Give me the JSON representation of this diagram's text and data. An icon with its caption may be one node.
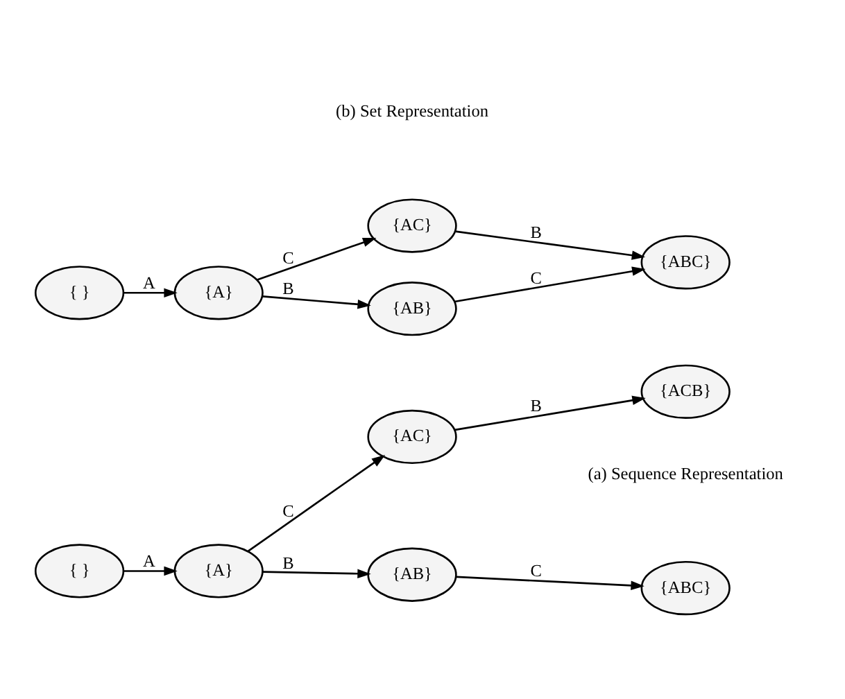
{
  "diagram": {
    "nodes": [
      {
        "text": [
          "{ }"
        ]
      },
      {
        "text": [
          "{A}"
        ]
      },
      {
        "text": [
          "{AB}"
        ]
      },
      {
        "text": [
          "{ABC}"
        ]
      },
      {
        "text": [
          "{AC}"
        ]
      },
      {
        "text": [
          "{ACB}"
        ]
      },
      {
        "text": [
          "{ }"
        ]
      },
      {
        "text": [
          "{A}"
        ]
      },
      {
        "text": [
          "{AB}"
        ]
      },
      {
        "text": [
          "{AC}"
        ]
      },
      {
        "text": [
          "{ABC}"
        ]
      }
    ],
    "edges": [
      {
        "from": 0,
        "to": 1,
        "arrow": "to",
        "label": "A"
      },
      {
        "from": 1,
        "to": 2,
        "arrow": "to",
        "label": "B"
      },
      {
        "from": 1,
        "to": 4,
        "arrow": "to",
        "label": "C"
      },
      {
        "from": 2,
        "to": 3,
        "arrow": "to",
        "label": "C"
      },
      {
        "from": 4,
        "to": 5,
        "arrow": "to",
        "label": "B"
      },
      {
        "from": 6,
        "to": 7,
        "arrow": "to",
        "label": "A"
      },
      {
        "from": 7,
        "to": 8,
        "arrow": "to",
        "label": "B"
      },
      {
        "from": 7,
        "to": 9,
        "arrow": "to",
        "label": "C"
      },
      {
        "from": 8,
        "to": 10,
        "arrow": "to",
        "label": "C"
      },
      {
        "from": 9,
        "to": 10,
        "arrow": "to",
        "label": "B"
      }
    ],
    "labels": [
      "(a) Sequence Representation",
      "(b) Set Representation"
    ]
  }
}
